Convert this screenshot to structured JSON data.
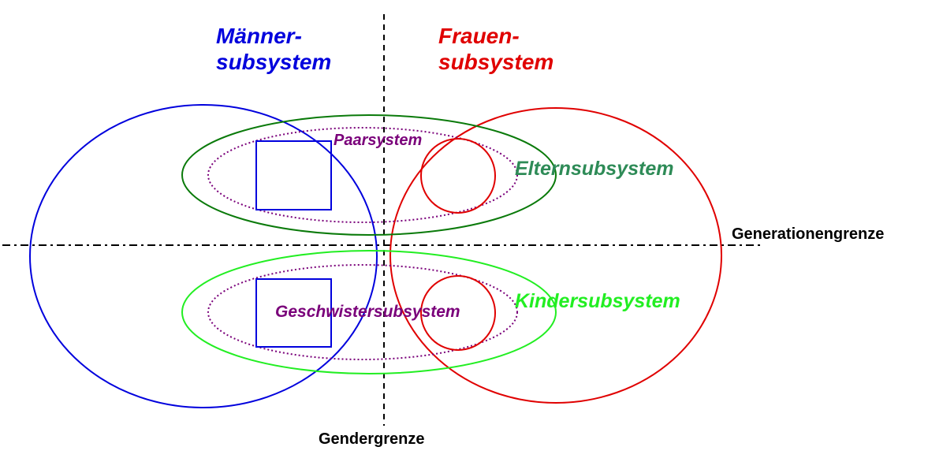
{
  "colors": {
    "men": "#0000dd",
    "women": "#e00000",
    "parents": "#0a7a0a",
    "parents_label": "#2e8b57",
    "children": "#22ee22",
    "subsystem_purple": "#7a007a",
    "boundary": "#000000"
  },
  "labels": {
    "men_subsystem_line1": "Männer-",
    "men_subsystem_line2": "subsystem",
    "women_subsystem_line1": "Frauen-",
    "women_subsystem_line2": "subsystem",
    "couple_system": "Paarsystem",
    "parents_subsystem": "Elternsubsystem",
    "siblings_subsystem": "Geschwistersubsystem",
    "children_subsystem": "Kindersubsystem",
    "generation_boundary": "Generationengrenze",
    "gender_boundary": "Gendergrenze"
  },
  "symbols": {
    "male_shape": "square",
    "female_shape": "circle"
  }
}
